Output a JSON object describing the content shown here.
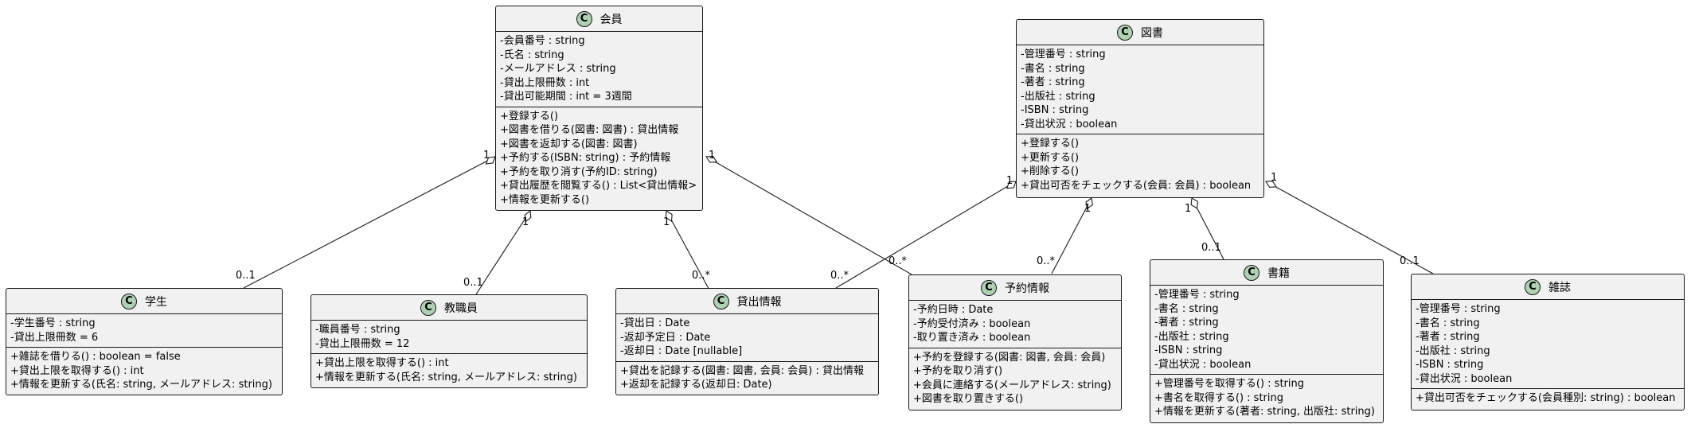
{
  "classes": {
    "member": {
      "name": "会員",
      "attributes": [
        "-会員番号 : string",
        "-氏名 : string",
        "-メールアドレス : string",
        "-貸出上限冊数 : int",
        "-貸出可能期間 : int = 3週間"
      ],
      "methods": [
        "+登録する()",
        "+図書を借りる(図書: 図書) : 貸出情報",
        "+図書を返却する(図書: 図書)",
        "+予約する(ISBN: string) : 予約情報",
        "+予約を取り消す(予約ID: string)",
        "+貸出履歴を閲覧する() : List<貸出情報>",
        "+情報を更新する()"
      ]
    },
    "book": {
      "name": "図書",
      "attributes": [
        "-管理番号 : string",
        "-書名 : string",
        "-著者 : string",
        "-出版社 : string",
        "-ISBN : string",
        "-貸出状況 : boolean"
      ],
      "methods": [
        "+登録する()",
        "+更新する()",
        "+削除する()",
        "+貸出可否をチェックする(会員: 会員) : boolean"
      ]
    },
    "student": {
      "name": "学生",
      "attributes": [
        "-学生番号 : string",
        "-貸出上限冊数 = 6"
      ],
      "methods": [
        "+雑誌を借りる() : boolean = false",
        "+貸出上限を取得する() : int",
        "+情報を更新する(氏名: string, メールアドレス: string)"
      ]
    },
    "staff": {
      "name": "教職員",
      "attributes": [
        "-職員番号 : string",
        "-貸出上限冊数 = 12"
      ],
      "methods": [
        "+貸出上限を取得する() : int",
        "+情報を更新する(氏名: string, メールアドレス: string)"
      ]
    },
    "loan": {
      "name": "貸出情報",
      "attributes": [
        "-貸出日 : Date",
        "-返却予定日 : Date",
        "-返却日 : Date [nullable]"
      ],
      "methods": [
        "+貸出を記録する(図書: 図書, 会員: 会員) : 貸出情報",
        "+返却を記録する(返却日: Date)"
      ]
    },
    "reservation": {
      "name": "予約情報",
      "attributes": [
        "-予約日時 : Date",
        "-予約受付済み : boolean",
        "-取り置き済み : boolean"
      ],
      "methods": [
        "+予約を登録する(図書: 図書, 会員: 会員)",
        "+予約を取り消す()",
        "+会員に連絡する(メールアドレス: string)",
        "+図書を取り置きする()"
      ]
    },
    "monograph": {
      "name": "書籍",
      "attributes": [
        "-管理番号 : string",
        "-書名 : string",
        "-著者 : string",
        "-出版社 : string",
        "-ISBN : string",
        "-貸出状況 : boolean"
      ],
      "methods": [
        "+管理番号を取得する() : string",
        "+書名を取得する() : string",
        "+情報を更新する(著者: string, 出版社: string)"
      ]
    },
    "magazine": {
      "name": "雑誌",
      "attributes": [
        "-管理番号 : string",
        "-書名 : string",
        "-著者 : string",
        "-出版社 : string",
        "-ISBN : string",
        "-貸出状況 : boolean"
      ],
      "methods": [
        "+貸出可否をチェックする(会員種別: string) : boolean"
      ]
    }
  },
  "multiplicities": {
    "member_student_src": "1",
    "member_student_dst": "0..1",
    "member_staff_src": "1",
    "member_staff_dst": "0..1",
    "member_loan_src": "1",
    "member_loan_dst": "0..*",
    "member_reservation_src": "1",
    "member_reservation_dst": "0..*",
    "book_loan_src": "1",
    "book_loan_dst": "0..*",
    "book_reservation_src": "1",
    "book_reservation_dst": "0..*",
    "book_monograph_src": "1",
    "book_monograph_dst": "0..1",
    "book_magazine_src": "1",
    "book_magazine_dst": "0..1"
  },
  "icon_letter": "C",
  "colors": {
    "class_fill": "#f1f1f1",
    "icon_fill": "#add1b2",
    "line": "#181818"
  }
}
